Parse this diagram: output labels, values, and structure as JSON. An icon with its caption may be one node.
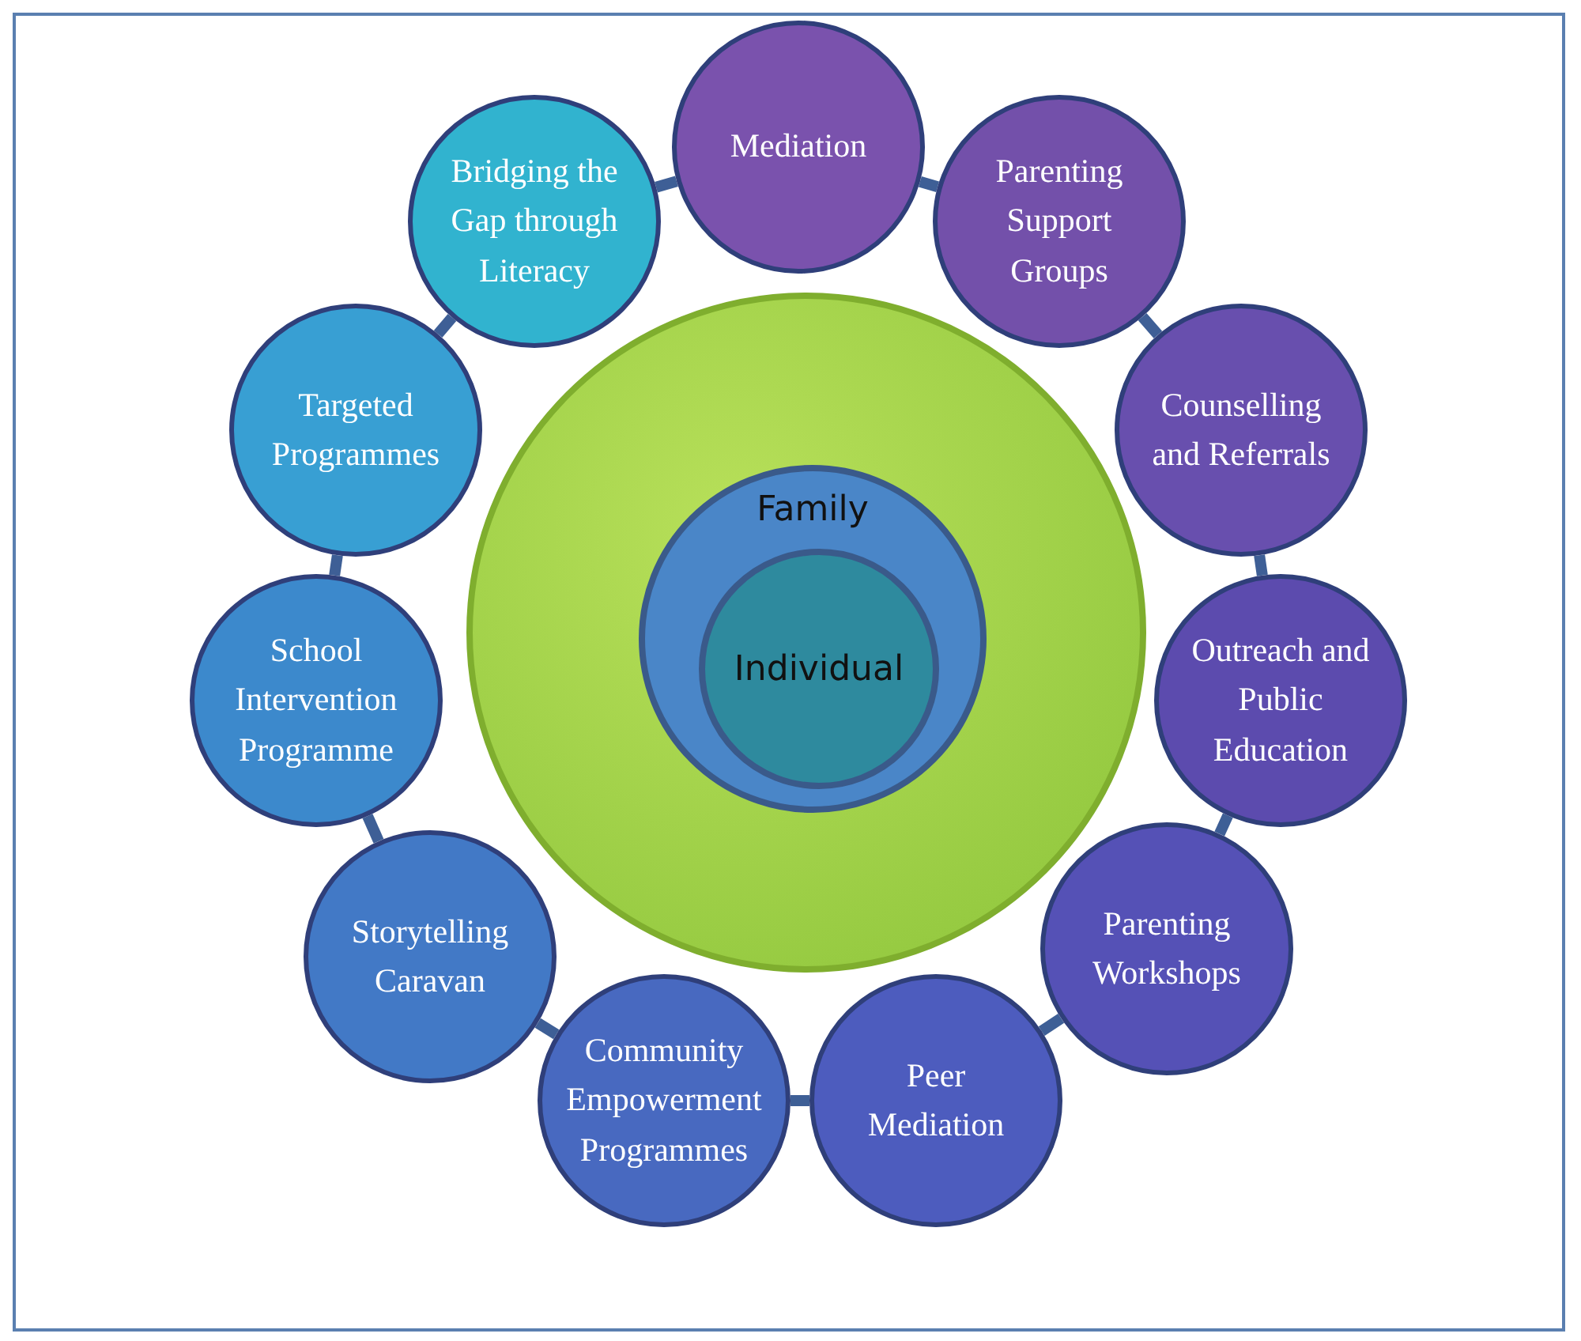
{
  "diagram": {
    "nodes": [
      {
        "text": [],
        "shape": "circle"
      },
      {
        "text": [
          "Family"
        ],
        "in": 0
      },
      {
        "text": [
          "Individual"
        ],
        "in": 1
      },
      {
        "text": [
          "Mediation"
        ]
      },
      {
        "text": [
          "Parenting Support Groups"
        ]
      },
      {
        "text": [
          "Counselling and Referrals"
        ]
      },
      {
        "text": [
          "Outreach and Public Education"
        ]
      },
      {
        "text": [
          "Parenting Workshops"
        ]
      },
      {
        "text": [
          "Peer Mediation"
        ]
      },
      {
        "text": [
          "Community Empowerment Programmes"
        ]
      },
      {
        "text": [
          "Storytelling Caravan"
        ]
      },
      {
        "text": [
          "School Intervention Programme"
        ]
      },
      {
        "text": [
          "Targeted Programmes"
        ]
      },
      {
        "text": [
          "Bridging the Gap through Literacy"
        ]
      }
    ],
    "edges": [
      {
        "from": 3,
        "to": 4,
        "arrow": "none"
      },
      {
        "from": 4,
        "to": 5,
        "arrow": "none"
      },
      {
        "from": 5,
        "to": 6,
        "arrow": "none"
      },
      {
        "from": 6,
        "to": 7,
        "arrow": "none"
      },
      {
        "from": 7,
        "to": 8,
        "arrow": "none"
      },
      {
        "from": 8,
        "to": 9,
        "arrow": "none"
      },
      {
        "from": 9,
        "to": 10,
        "arrow": "none"
      },
      {
        "from": 10,
        "to": 11,
        "arrow": "none"
      },
      {
        "from": 11,
        "to": 12,
        "arrow": "none"
      },
      {
        "from": 12,
        "to": 13,
        "arrow": "none"
      },
      {
        "from": 13,
        "to": 3,
        "arrow": "none"
      }
    ]
  }
}
